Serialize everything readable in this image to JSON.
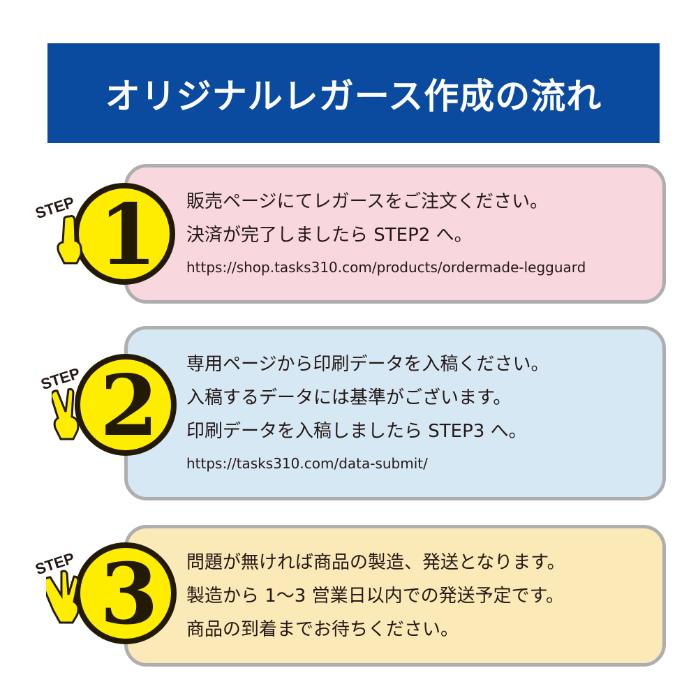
{
  "title": "オリジナルレガース作成の流れ",
  "colors": {
    "banner": "#0a4a9f",
    "step1": "#f8d7de",
    "step2": "#d7e8f5",
    "step3": "#fce9b8",
    "badge": "#ffed00"
  },
  "steps": [
    {
      "label": "STEP",
      "number": "1",
      "lines": [
        "販売ページにてレガースをご注文ください。",
        "決済が完了しましたら STEP2 へ。"
      ],
      "url": "https://shop.tasks310.com/products/ordermade-legguard"
    },
    {
      "label": "STEP",
      "number": "2",
      "lines": [
        "専用ページから印刷データを入稿ください。",
        "入稿するデータには基準がございます。",
        "印刷データを入稿しましたら STEP3 へ。"
      ],
      "url": "https://tasks310.com/data-submit/"
    },
    {
      "label": "STEP",
      "number": "3",
      "lines": [
        "問題が無ければ商品の製造、発送となります。",
        "製造から 1〜3 営業日以内での発送予定です。",
        "商品の到着までお待ちください。"
      ]
    }
  ]
}
